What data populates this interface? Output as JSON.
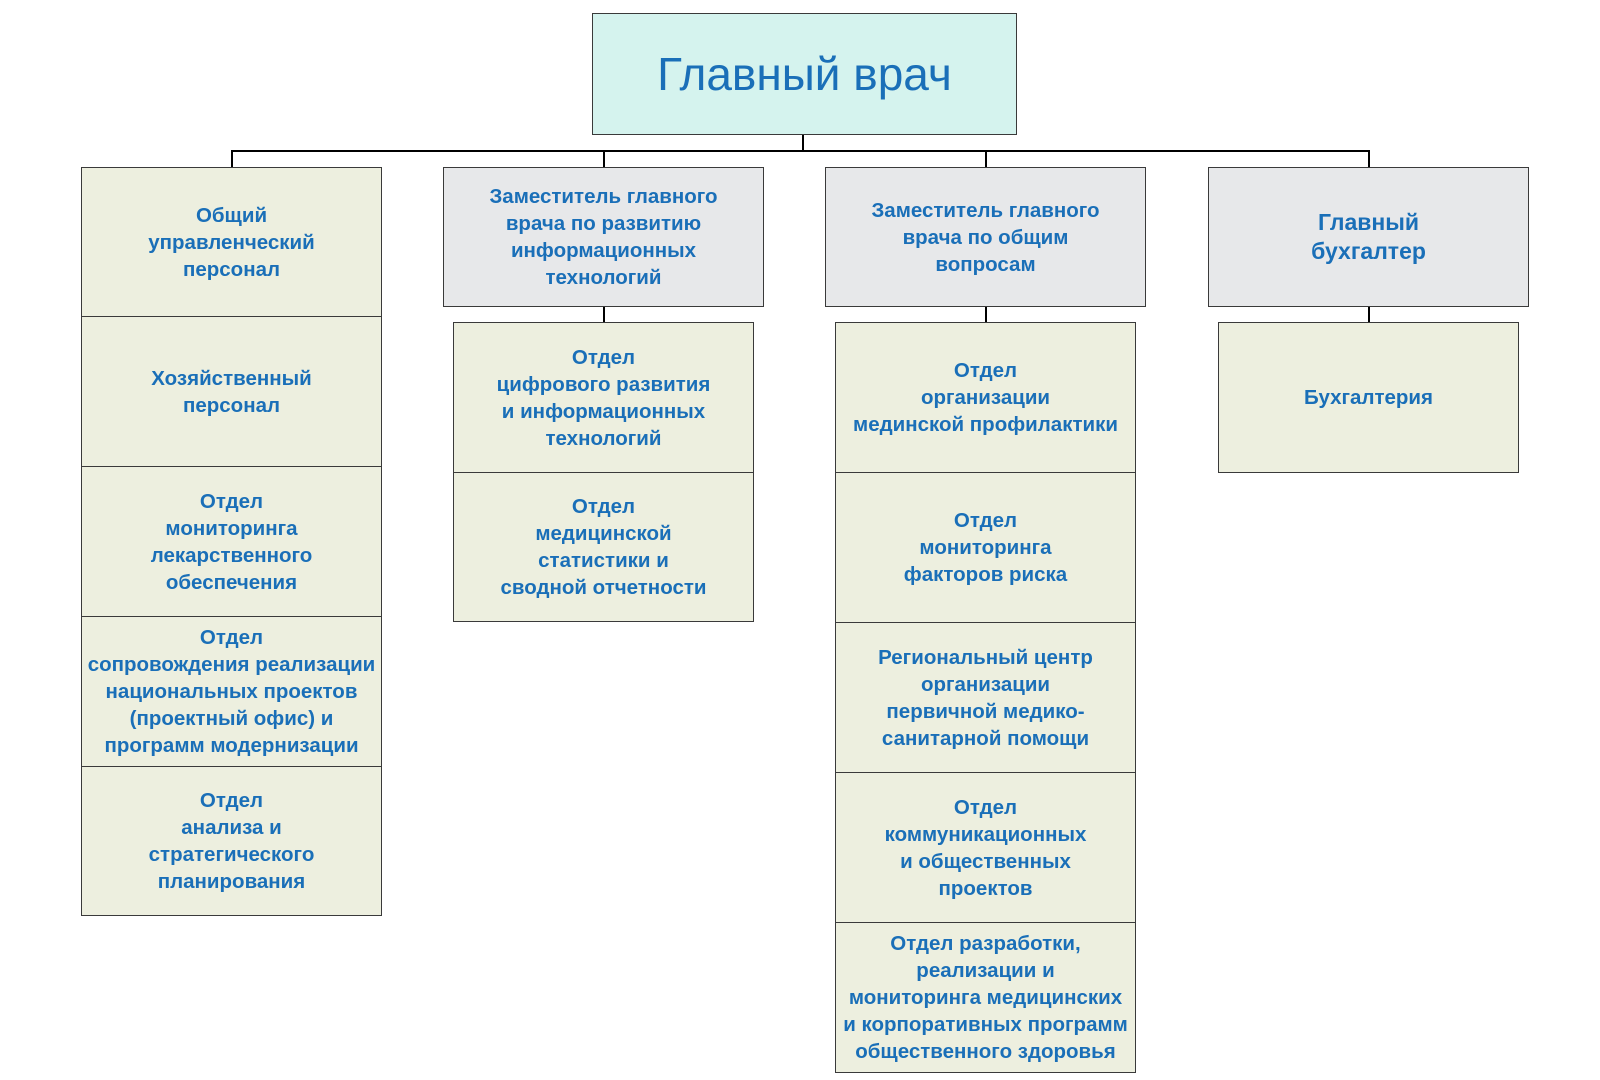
{
  "colors": {
    "text": "#1a6fb8",
    "root_fill": "#d5f3ee",
    "head_fill": "#e7e8ea",
    "unit_fill": "#edefdf",
    "border": "#3a3a3a",
    "connector": "#000000"
  },
  "root": {
    "label": "Главный врач"
  },
  "columns": [
    {
      "head": null,
      "units": [
        "Общий\nуправленческий\nперсонал",
        "Хозяйственный\nперсонал",
        "Отдел\nмониторинга\nлекарственного\nобеспечения",
        "Отдел\nсопровождения реализации\nнациональных проектов\n(проектный офис) и\nпрограмм модернизации",
        "Отдел\nанализа и\nстратегического\nпланирования"
      ]
    },
    {
      "head": "Заместитель главного\nврача по развитию\nинформационных\nтехнологий",
      "units": [
        "Отдел\nцифрового развития\nи информационных\nтехнологий",
        "Отдел\nмедицинской\nстатистики и\nсводной отчетности"
      ]
    },
    {
      "head": "Заместитель главного\nврача по общим\nвопросам",
      "units": [
        "Отдел\nорганизации\nмединской профилактики",
        "Отдел\nмониторинга\nфакторов риска",
        "Региональный центр\nорганизации\nпервичной медико-\nсанитарной помощи",
        "Отдел\nкоммуникационных\nи общественных\nпроектов",
        "Отдел разработки,\nреализации и\nмониторинга медицинских\nи корпоративных программ\nобщественного здоровья"
      ]
    },
    {
      "head": "Главный\nбухгалтер",
      "units": [
        "Бухгалтерия"
      ]
    }
  ]
}
